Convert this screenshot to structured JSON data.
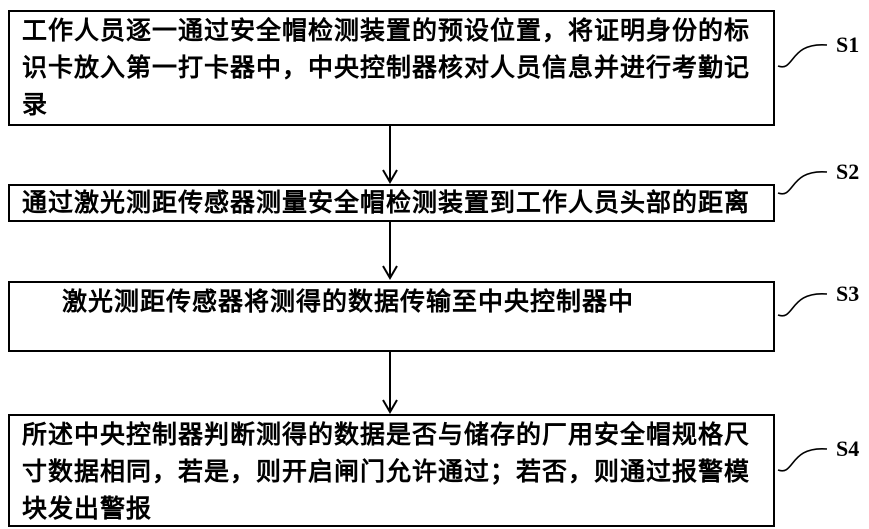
{
  "figure": {
    "background": "#ffffff",
    "line_color": "#000000"
  },
  "steps": [
    {
      "label": "S1",
      "text": "工作人员逐一通过安全帽检测装置的预设位置，将证明身份的标识卡放入第一打卡器中，中央控制器核对人员信息并进行考勤记录"
    },
    {
      "label": "S2",
      "text": "通过激光测距传感器测量安全帽检测装置到工作人员头部的距离"
    },
    {
      "label": "S3",
      "text": "激光测距传感器将测得的数据传输至中央控制器中"
    },
    {
      "label": "S4",
      "text": "所述中央控制器判断测得的数据是否与储存的厂用安全帽规格尺寸数据相同，若是，则开启闸门允许通过；若否，则通过报警模块发出警报"
    }
  ]
}
